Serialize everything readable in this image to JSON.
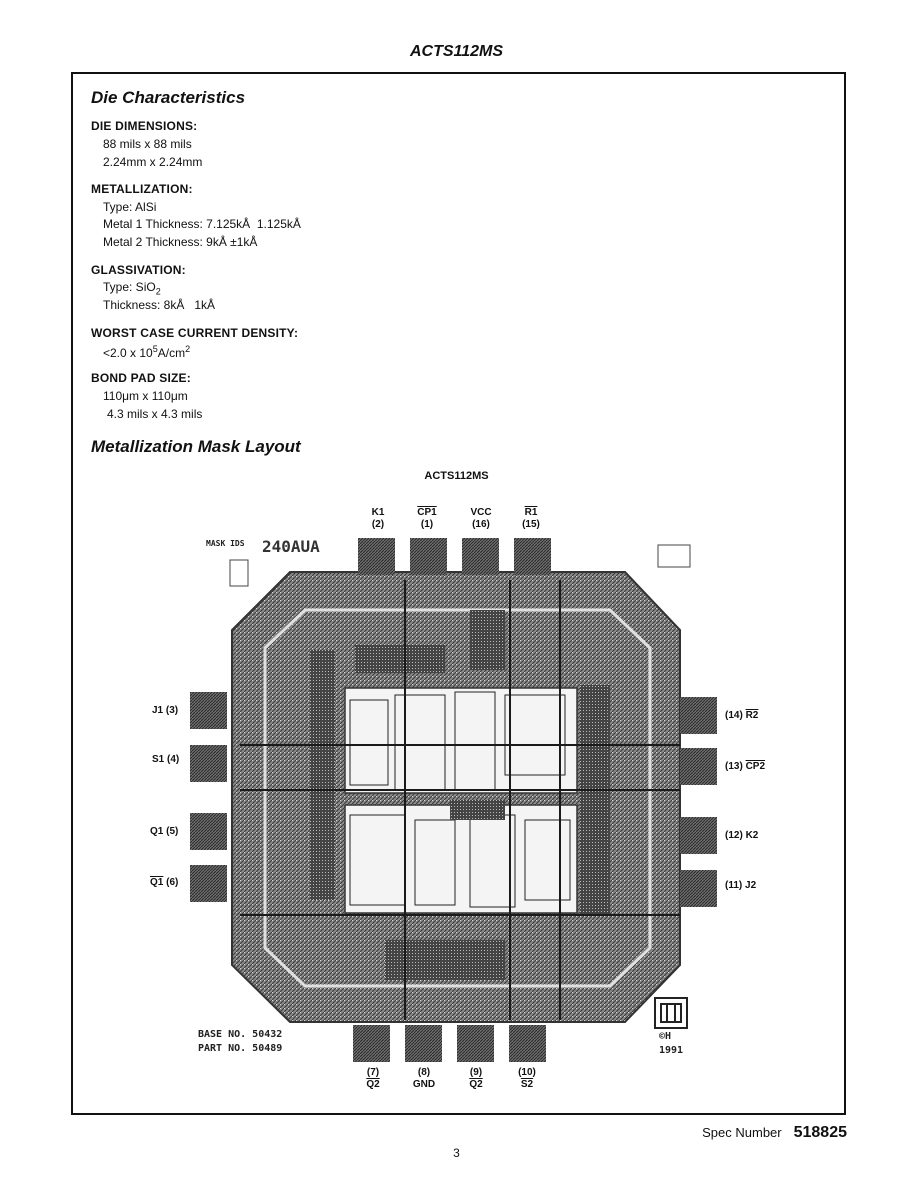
{
  "header": {
    "title": "ACTS112MS"
  },
  "die_characteristics": {
    "title": "Die Characteristics",
    "die_dimensions": {
      "heading": "DIE DIMENSIONS:",
      "lines": [
        "88 mils x 88 mils",
        "2.24mm x 2.24mm"
      ]
    },
    "metallization": {
      "heading": "METALLIZATION:",
      "type": "Type: AlSi",
      "metal1": "Metal 1 Thickness: 7.125kÅ  1.125kÅ",
      "metal2": "Metal 2 Thickness: 9kÅ ±1kÅ"
    },
    "glassivation": {
      "heading": "GLASSIVATION:",
      "type_prefix": "Type: SiO",
      "type_sub": "2",
      "thickness": "Thickness: 8kÅ   1kÅ"
    },
    "current_density": {
      "heading": "WORST CASE CURRENT DENSITY:",
      "prefix": "<2.0 x 10",
      "exp": "5",
      "mid": "A/cm",
      "exp2": "2"
    },
    "bond_pad": {
      "heading": "BOND PAD SIZE:",
      "lines": [
        "110μm x 110μm",
        "4.3 mils x 4.3 mils"
      ]
    }
  },
  "mask_layout": {
    "title": "Metallization Mask Layout",
    "caption": "ACTS112MS",
    "top_pins": [
      {
        "name": "K1",
        "num": "(2)",
        "overline": false
      },
      {
        "name": "CP1",
        "num": "(1)",
        "overline": true
      },
      {
        "name": "VCC",
        "num": "(16)",
        "overline": false
      },
      {
        "name": "R1",
        "num": "(15)",
        "overline": true
      }
    ],
    "bottom_pins": [
      {
        "num": "(7)",
        "name": "Q2",
        "overline": true
      },
      {
        "num": "(8)",
        "name": "GND",
        "overline": false
      },
      {
        "num": "(9)",
        "name": "Q2",
        "overline": true
      },
      {
        "num": "(10)",
        "name": "S2",
        "overline": true
      }
    ],
    "left_pins": [
      {
        "name": "J1",
        "num": "(3)",
        "overline": false
      },
      {
        "name": "S1",
        "num": "(4)",
        "overline": false
      },
      {
        "name": "Q1",
        "num": "(5)",
        "overline": false
      },
      {
        "name": "Q1",
        "num": "(6)",
        "overline": true
      }
    ],
    "right_pins": [
      {
        "num": "(14)",
        "name": "R2",
        "overline": true
      },
      {
        "num": "(13)",
        "name": "CP2",
        "overline": true
      },
      {
        "num": "(12)",
        "name": "K2",
        "overline": false
      },
      {
        "num": "(11)",
        "name": "J2",
        "overline": false
      }
    ],
    "die_marks": {
      "mask_ids": "MASK IDS",
      "die_code": "240AUA",
      "base_no": "BASE NO. 50432",
      "part_no": "PART NO. 50489",
      "copyright": "©H",
      "year": "1991"
    }
  },
  "footer": {
    "spec_label": "Spec Number",
    "spec_number": "518825",
    "page_number": "3"
  }
}
